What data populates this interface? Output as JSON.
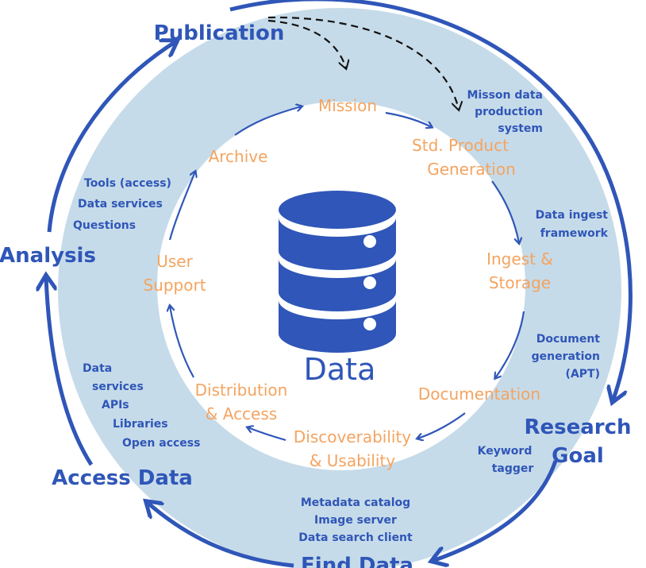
{
  "center": {
    "label": "Data",
    "icon": "database-icon"
  },
  "outer_stages": [
    {
      "id": "publication",
      "label": "Publication"
    },
    {
      "id": "research-goal",
      "lines": [
        "Research",
        "Goal"
      ]
    },
    {
      "id": "find-data",
      "label": "Find Data"
    },
    {
      "id": "access-data",
      "label": "Access Data"
    },
    {
      "id": "analysis",
      "label": "Analysis"
    }
  ],
  "inner_stages": [
    {
      "id": "mission",
      "lines": [
        "Mission"
      ]
    },
    {
      "id": "std-product-generation",
      "lines": [
        "Std. Product",
        "Generation"
      ]
    },
    {
      "id": "ingest-storage",
      "lines": [
        "Ingest &",
        "Storage"
      ]
    },
    {
      "id": "documentation",
      "lines": [
        "Documentation"
      ]
    },
    {
      "id": "discoverability-usability",
      "lines": [
        "Discoverability",
        "& Usability"
      ]
    },
    {
      "id": "distribution-access",
      "lines": [
        "Distribution",
        "& Access"
      ]
    },
    {
      "id": "user-support",
      "lines": [
        "User",
        "Support"
      ]
    },
    {
      "id": "archive",
      "lines": [
        "Archive"
      ]
    }
  ],
  "ring_annotations": [
    {
      "id": "mission-data-production-system",
      "lines": [
        "Misson data",
        "production",
        "system"
      ]
    },
    {
      "id": "data-ingest-framework",
      "lines": [
        "Data ingest",
        "framework"
      ]
    },
    {
      "id": "document-generation",
      "lines": [
        "Document",
        "generation",
        "(APT)"
      ]
    },
    {
      "id": "keyword-tagger",
      "lines": [
        "Keyword",
        "tagger"
      ]
    },
    {
      "id": "find-data-tools",
      "lines": [
        "Metadata catalog",
        "Image server",
        "Data search client"
      ]
    },
    {
      "id": "access-data-tools",
      "lines": [
        "Data",
        "services",
        "APIs",
        "Libraries",
        "Open access"
      ]
    },
    {
      "id": "analysis-tools",
      "lines": [
        "Tools (access)",
        "Data services",
        "Questions"
      ]
    }
  ],
  "colors": {
    "ring": "#c6dbe9",
    "outer_text": "#2f56b8",
    "inner_text": "#f4a460",
    "database": "#2f56b8"
  }
}
